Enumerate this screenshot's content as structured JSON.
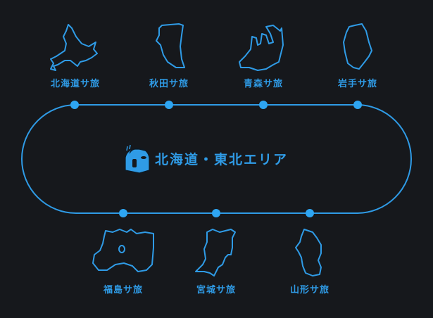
{
  "colors": {
    "background": "#16181c",
    "accent": "#2f9be6",
    "dot": "#2ea5f2"
  },
  "center": {
    "title": "北海道・東北エリア",
    "icon": "igloo-house-icon"
  },
  "top_regions": [
    {
      "label": "北海道サ旅",
      "icon": "hokkaido-map-icon"
    },
    {
      "label": "秋田サ旅",
      "icon": "akita-map-icon"
    },
    {
      "label": "青森サ旅",
      "icon": "aomori-map-icon"
    },
    {
      "label": "岩手サ旅",
      "icon": "iwate-map-icon"
    }
  ],
  "bottom_regions": [
    {
      "label": "福島サ旅",
      "icon": "fukushima-map-icon"
    },
    {
      "label": "宮城サ旅",
      "icon": "miyagi-map-icon"
    },
    {
      "label": "山形サ旅",
      "icon": "yamagata-map-icon"
    }
  ]
}
